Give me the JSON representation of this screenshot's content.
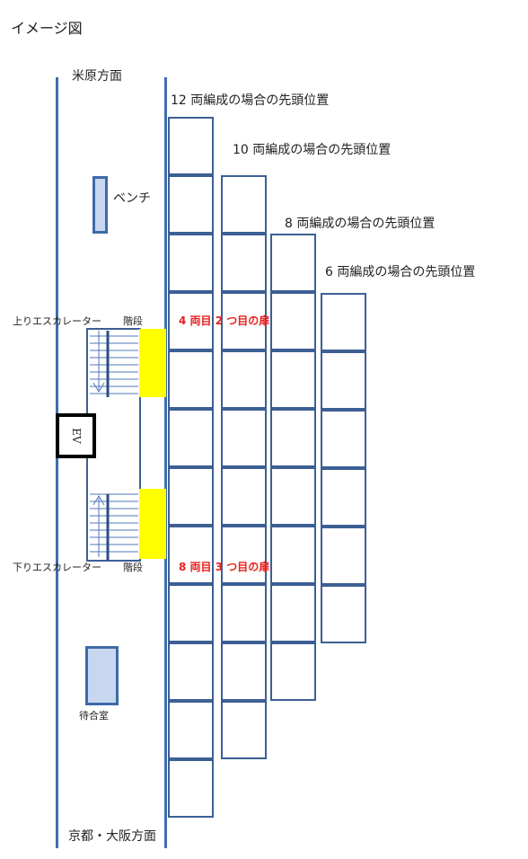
{
  "title": "イメージ図",
  "directions": {
    "top": "米原方面",
    "bottom": "京都・大阪方面"
  },
  "formations": [
    {
      "label": "12 両編成の場合の先頭位置",
      "cars": 12
    },
    {
      "label": "10 両編成の場合の先頭位置",
      "cars": 10
    },
    {
      "label": "8 両編成の場合の先頭位置",
      "cars": 8
    },
    {
      "label": "6 両編成の場合の先頭位置",
      "cars": 6
    }
  ],
  "facilities": {
    "bench": "ベンチ",
    "up_escalator": "上りエスカレーター",
    "down_escalator": "下りエスカレーター",
    "stairs_1": "階段",
    "stairs_2": "階段",
    "elevator": "EV",
    "waiting_room": "待合室"
  },
  "door_notes": {
    "upper": "4 両目 2 つ目の扉",
    "lower": "8 両目 3 つ目の扉"
  },
  "colors": {
    "line": "#3f6db0",
    "highlight": "#ffff00",
    "note": "#e8201c",
    "bench_fill": "#c6d7ef"
  }
}
